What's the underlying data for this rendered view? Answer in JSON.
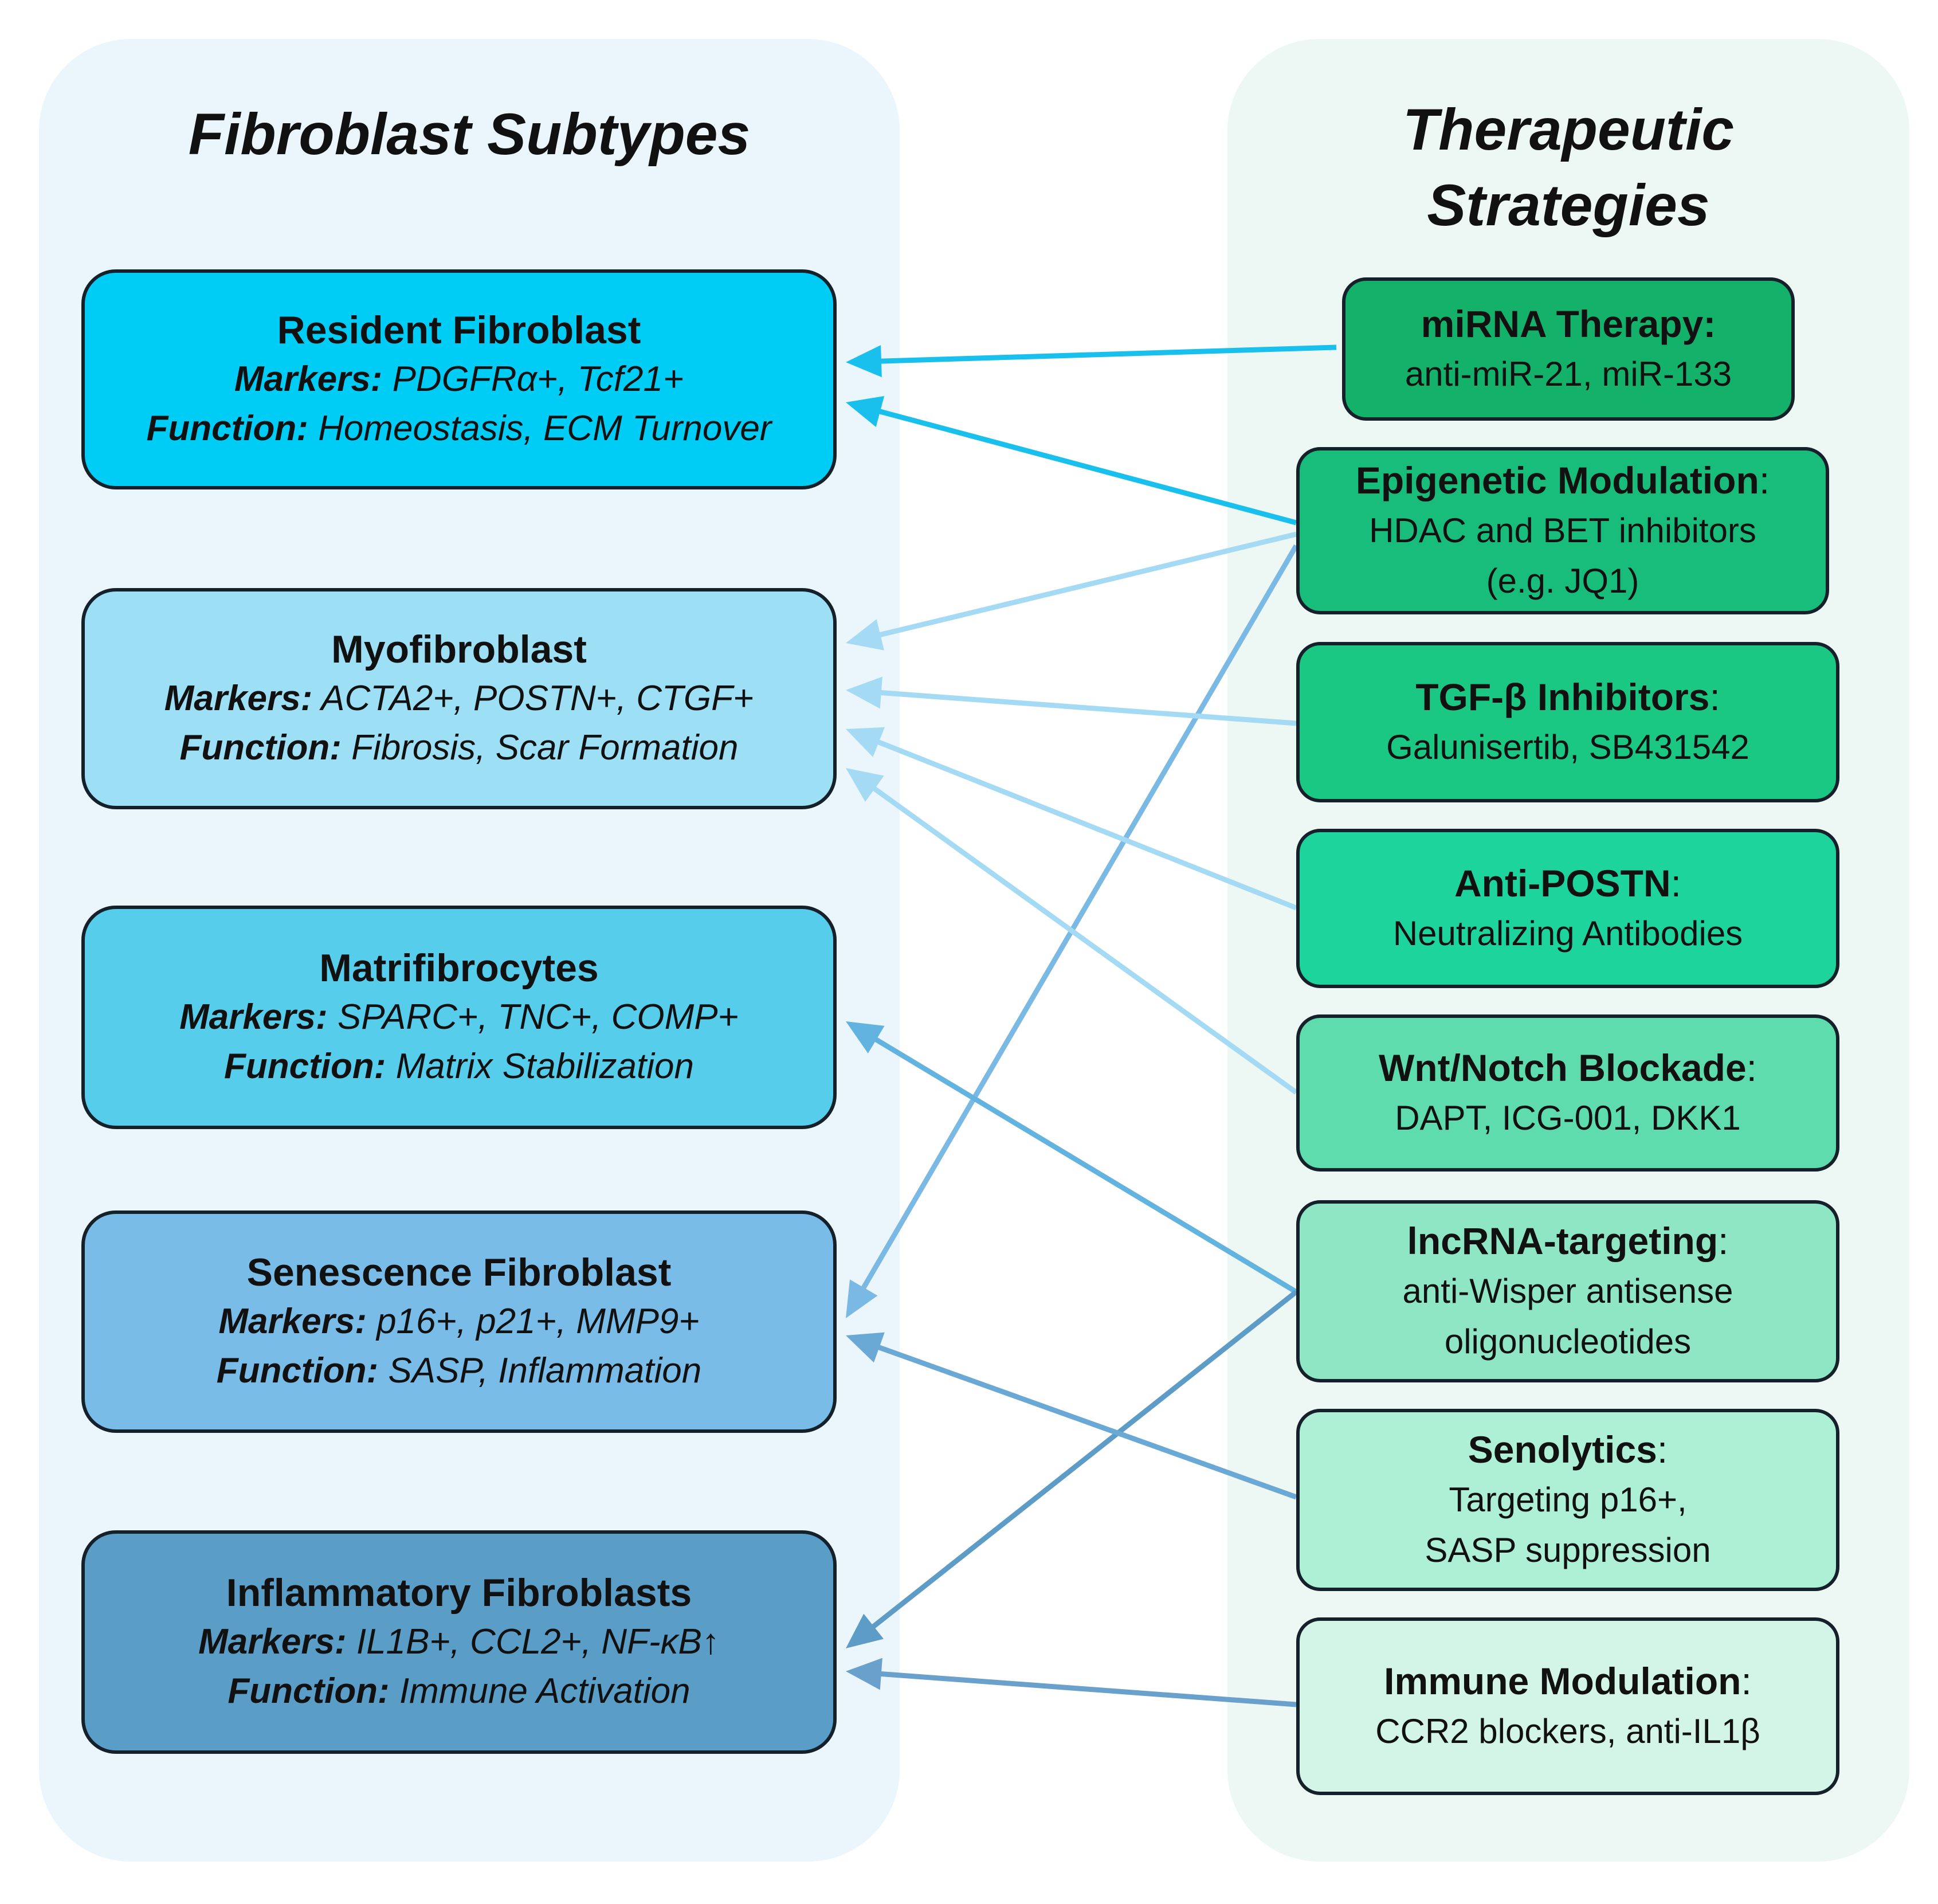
{
  "left_panel": {
    "title": "Fibroblast Subtypes"
  },
  "right_panel": {
    "title_line1": "Therapeutic",
    "title_line2": "Strategies"
  },
  "subtypes": [
    {
      "name": "Resident Fibroblast",
      "markers_label": "Markers:",
      "markers": "PDGFRα+, Tcf21+",
      "function_label": "Function:",
      "function": "Homeostasis, ECM Turnover",
      "color": "#00cdf6"
    },
    {
      "name": "Myofibroblast",
      "markers_label": "Markers:",
      "markers": "ACTA2+, POSTN+, CTGF+",
      "function_label": "Function:",
      "function": "Fibrosis, Scar Formation",
      "color": "#9ddff4"
    },
    {
      "name": "Matrifibrocytes",
      "markers_label": "Markers:",
      "markers": "SPARC+, TNC+, COMP+",
      "function_label": "Function:",
      "function": "Matrix Stabilization",
      "color": "#57cdec"
    },
    {
      "name": "Senescence Fibroblast",
      "markers_label": "Markers:",
      "markers": "p16+, p21+, MMP9+",
      "function_label": "Function:",
      "function": "SASP, Inflammation",
      "color": "#78bce7"
    },
    {
      "name": "Inflammatory Fibroblasts",
      "markers_label": "Markers:",
      "markers": "IL1B+, CCL2+, NF-κB↑",
      "function_label": "Function:",
      "function": "Immune Activation",
      "color": "#5a9dc6"
    }
  ],
  "therapies": [
    {
      "name": "miRNA Therapy:",
      "colon": "",
      "desc": [
        "anti-miR-21, miR-133"
      ],
      "color": "#14b16b"
    },
    {
      "name": "Epigenetic Modulation",
      "colon": ":",
      "desc": [
        "HDAC and BET inhibitors",
        "(e.g. JQ1)"
      ],
      "color": "#18bd7b"
    },
    {
      "name": "TGF-β Inhibitors",
      "colon": ":",
      "desc": [
        "Galunisertib, SB431542"
      ],
      "color": "#1ac884"
    },
    {
      "name": "Anti-POSTN",
      "colon": ":",
      "desc": [
        "Neutralizing Antibodies"
      ],
      "color": "#1dd49d"
    },
    {
      "name": "Wnt/Notch Blockade",
      "colon": ":",
      "desc": [
        "DAPT, ICG-001, DKK1"
      ],
      "color": "#5fdcae"
    },
    {
      "name": "lncRNA-targeting",
      "colon": ":",
      "desc": [
        "anti-Wisper antisense",
        "oligonucleotides"
      ],
      "color": "#8fe6c4"
    },
    {
      "name": "Senolytics",
      "colon": ":",
      "desc": [
        "Targeting p16+,",
        "SASP suppression"
      ],
      "color": "#aef0d6"
    },
    {
      "name": "Immune Modulation",
      "colon": ":",
      "desc": [
        "CCR2 blockers, anti-IL1β"
      ],
      "color": "#d3f5e7"
    }
  ],
  "connections": [
    {
      "from": "miRNA Therapy:",
      "to": "Resident Fibroblast",
      "color": "#19c0ee"
    },
    {
      "from": "Epigenetic Modulation",
      "to": "Resident Fibroblast",
      "color": "#19c0ee"
    },
    {
      "from": "Epigenetic Modulation",
      "to": "Myofibroblast",
      "color": "#a4daf3"
    },
    {
      "from": "Epigenetic Modulation",
      "to": "Senescence Fibroblast",
      "color": "#7ab9e4"
    },
    {
      "from": "TGF-β Inhibitors",
      "to": "Myofibroblast",
      "color": "#a4daf3"
    },
    {
      "from": "Anti-POSTN",
      "to": "Myofibroblast",
      "color": "#a4daf3"
    },
    {
      "from": "Wnt/Notch Blockade",
      "to": "Myofibroblast",
      "color": "#a4daf3"
    },
    {
      "from": "lncRNA-targeting",
      "to": "Matrifibrocytes",
      "color": "#62b3df"
    },
    {
      "from": "lncRNA-targeting",
      "to": "Inflammatory Fibroblasts",
      "color": "#5e9cc8"
    },
    {
      "from": "Senolytics",
      "to": "Senescence Fibroblast",
      "color": "#6aa8d5"
    },
    {
      "from": "Immune Modulation",
      "to": "Inflammatory Fibroblasts",
      "color": "#6aa0cc"
    }
  ]
}
